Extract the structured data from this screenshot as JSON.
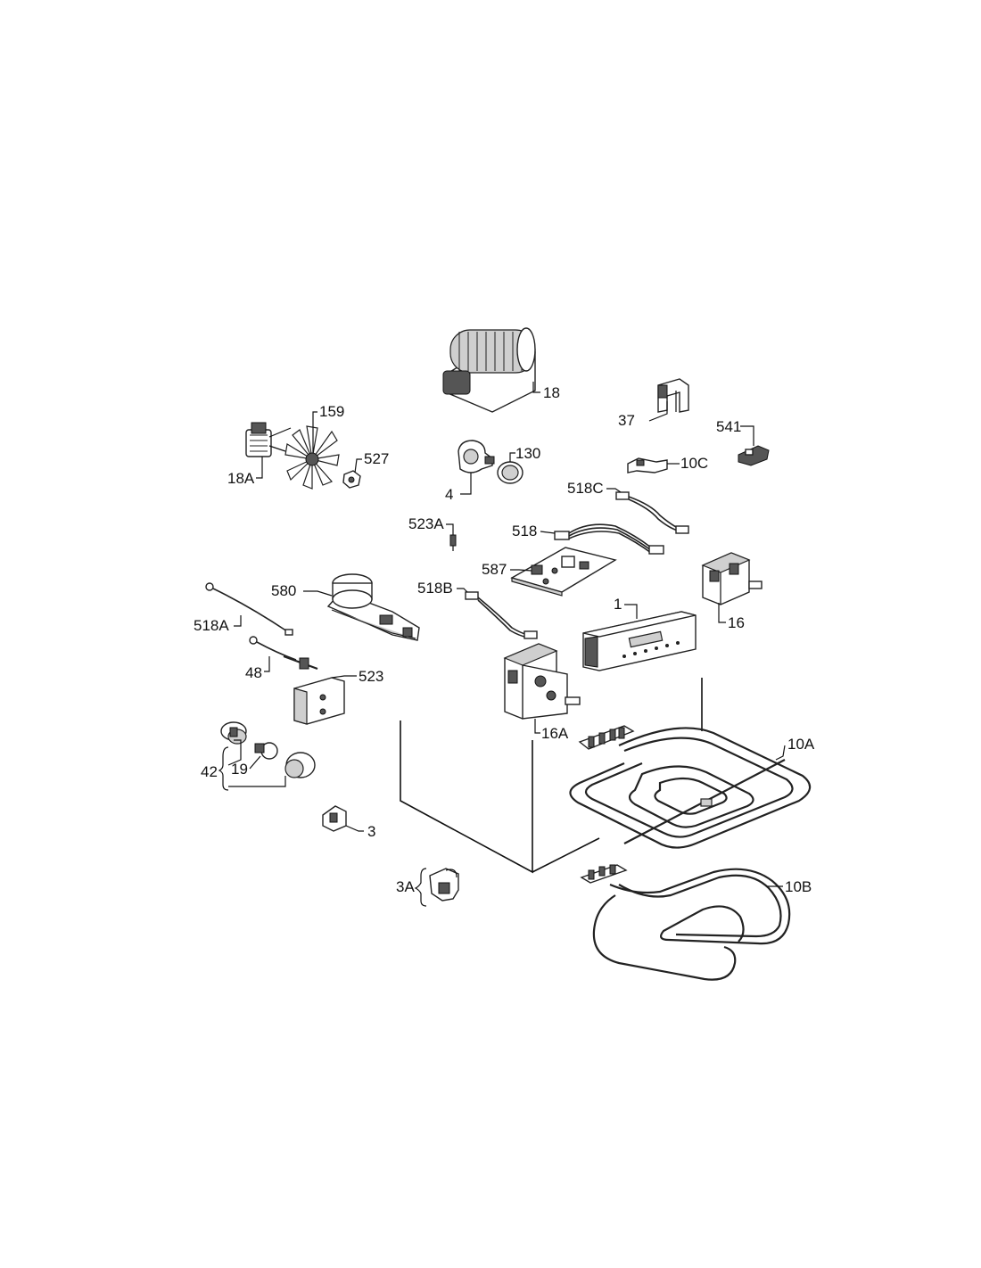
{
  "labels": {
    "p18": "18",
    "p37": "37",
    "p541": "541",
    "p159": "159",
    "p18A": "18A",
    "p527": "527",
    "p130": "130",
    "p4": "4",
    "p10C": "10C",
    "p518C": "518C",
    "p523A": "523A",
    "p518": "518",
    "p587": "587",
    "p580": "580",
    "p518B": "518B",
    "p1": "1",
    "p16": "16",
    "p518A": "518A",
    "p48": "48",
    "p523": "523",
    "p16A": "16A",
    "p10A": "10A",
    "p42": "42",
    "p19": "19",
    "p3": "3",
    "p3A": "3A",
    "p10B": "10B"
  }
}
